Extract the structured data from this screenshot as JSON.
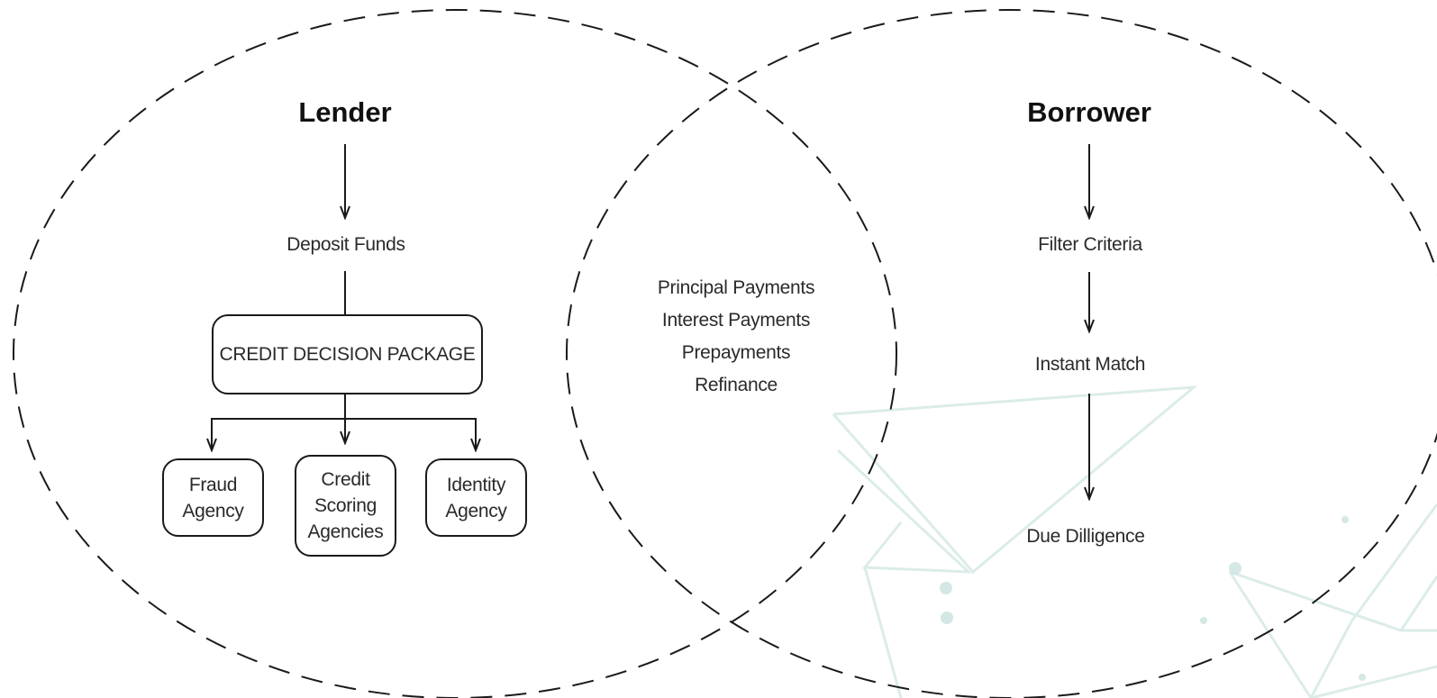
{
  "colors": {
    "line": "#1a1a1a",
    "text": "#2a2a2a",
    "heading": "#111111",
    "background_network": "#c9e4e0"
  },
  "lender": {
    "title": "Lender",
    "deposit": "Deposit Funds",
    "package": "CREDIT DECISION PACKAGE",
    "agencies": [
      [
        "Fraud",
        "Agency"
      ],
      [
        "Credit",
        "Scoring",
        "Agencies"
      ],
      [
        "Identity",
        "Agency"
      ]
    ]
  },
  "shared": {
    "items": [
      "Principal Payments",
      "Interest Payments",
      "Prepayments",
      "Refinance"
    ]
  },
  "borrower": {
    "title": "Borrower",
    "steps": [
      "Filter Criteria",
      "Instant Match",
      "Due Dilligence"
    ]
  }
}
